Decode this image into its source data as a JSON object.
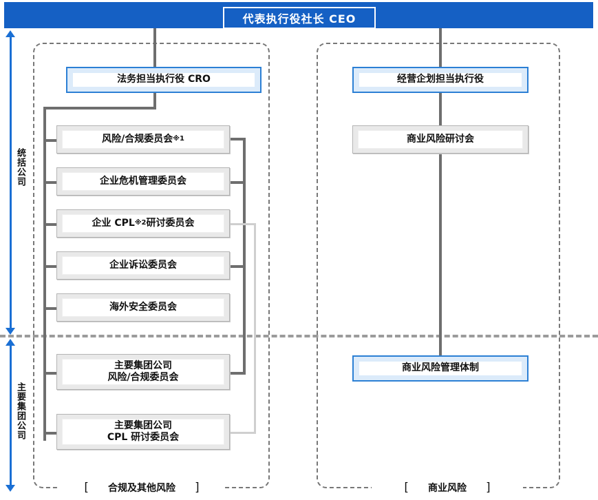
{
  "header": {
    "ceo_label": "代表执行役社长 CEO",
    "banner_color": "#1560c4"
  },
  "spans": [
    {
      "label": "统括公司"
    },
    {
      "label": "主要集团公司"
    }
  ],
  "left_group": {
    "category_label": "合规及其他风险",
    "bracket_open": "[",
    "bracket_close": "]",
    "executive": "法务担当执行役 CRO",
    "committees_top": [
      {
        "text": "风险/合规委员会",
        "note": "※1"
      },
      {
        "text": "企业危机管理委员会",
        "note": ""
      },
      {
        "text": "企业 CPL",
        "note": "※2",
        "text_tail": "研讨委员会"
      },
      {
        "text": "企业诉讼委员会",
        "note": ""
      },
      {
        "text": "海外安全委员会",
        "note": ""
      }
    ],
    "committees_bottom": [
      {
        "line1": "主要集团公司",
        "line2": "风险/合规委员会"
      },
      {
        "line1": "主要集团公司",
        "line2": "CPL 研讨委员会"
      }
    ]
  },
  "right_group": {
    "category_label": "商业风险",
    "bracket_open": "[",
    "bracket_close": "]",
    "executive": "经营企划担当执行役",
    "committee_top": "商业风险研讨会",
    "committee_bottom": "商业风险管理体制"
  },
  "colors": {
    "accent_blue": "#2b7fd4",
    "banner_blue": "#1560c4",
    "box_gray_fill": "#e9e9e9",
    "box_gray_border": "#b4b4b4",
    "connector_gray": "#6e6e6e",
    "connector_light": "#cfcfcf",
    "arrow_blue": "#1a6fd4"
  }
}
